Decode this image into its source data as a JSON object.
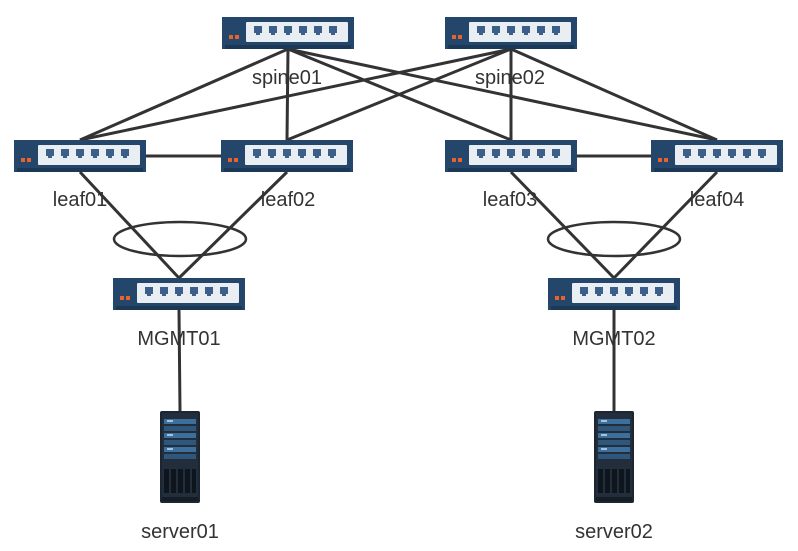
{
  "diagram": {
    "nodes": {
      "spine01": {
        "label": "spine01",
        "kind": "switch-icon"
      },
      "spine02": {
        "label": "spine02",
        "kind": "switch-icon"
      },
      "leaf01": {
        "label": "leaf01",
        "kind": "switch-icon"
      },
      "leaf02": {
        "label": "leaf02",
        "kind": "switch-icon"
      },
      "leaf03": {
        "label": "leaf03",
        "kind": "switch-icon"
      },
      "leaf04": {
        "label": "leaf04",
        "kind": "switch-icon"
      },
      "mgmt01": {
        "label": "MGMT01",
        "kind": "switch-icon"
      },
      "mgmt02": {
        "label": "MGMT02",
        "kind": "switch-icon"
      },
      "server01": {
        "label": "server01",
        "kind": "server-icon"
      },
      "server02": {
        "label": "server02",
        "kind": "server-icon"
      }
    },
    "links": [
      [
        "spine01",
        "leaf01"
      ],
      [
        "spine01",
        "leaf02"
      ],
      [
        "spine01",
        "leaf03"
      ],
      [
        "spine01",
        "leaf04"
      ],
      [
        "spine02",
        "leaf01"
      ],
      [
        "spine02",
        "leaf02"
      ],
      [
        "spine02",
        "leaf03"
      ],
      [
        "spine02",
        "leaf04"
      ],
      [
        "leaf01",
        "leaf02"
      ],
      [
        "leaf03",
        "leaf04"
      ],
      [
        "leaf01",
        "mgmt01"
      ],
      [
        "leaf02",
        "mgmt01"
      ],
      [
        "leaf03",
        "mgmt02"
      ],
      [
        "leaf04",
        "mgmt02"
      ],
      [
        "mgmt01",
        "server01"
      ],
      [
        "mgmt02",
        "server02"
      ]
    ],
    "lag_groups": [
      "mgmt01",
      "mgmt02"
    ],
    "colors": {
      "switch_body": "#25466b",
      "switch_panel": "#e9eef3",
      "port": "#3b5f88",
      "led": "#e8632b",
      "link": "#333333",
      "server_body": "#1b2632",
      "server_accent": "#3c6f9c"
    }
  }
}
